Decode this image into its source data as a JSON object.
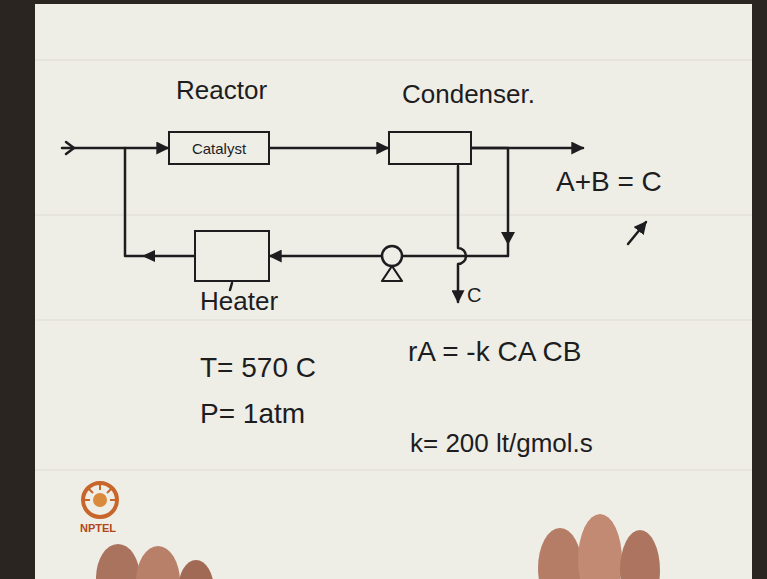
{
  "diagram": {
    "nodes": [
      {
        "text": [
          "Reactor",
          "Catalyst"
        ]
      },
      {
        "text": [
          "Condenser."
        ]
      },
      {
        "text": [
          "Heater"
        ]
      }
    ],
    "edges": [
      {
        "from": 0,
        "to": 1,
        "arrow": "to"
      },
      {
        "from": 1,
        "to": 2,
        "arrow": "to"
      },
      {
        "from": 2,
        "to": 0,
        "arrow": "to"
      }
    ],
    "labels": [
      "C",
      "A+B = C",
      "T= 570 C",
      "P= 1atm",
      "rA = -k CA CB",
      "k= 200 lt/gmol.s",
      "NPTEL"
    ]
  }
}
